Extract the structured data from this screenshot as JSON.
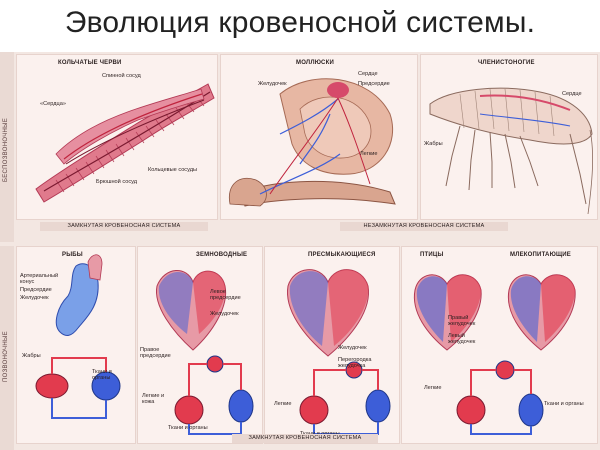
{
  "title": "Эволюция кровеносной системы.",
  "side_labels": {
    "invertebrates": "БЕСПОЗВОНОЧНЫЕ",
    "vertebrates": "ПОЗВОНОЧНЫЕ"
  },
  "worms": {
    "header": "КОЛЬЧАТЫЕ ЧЕРВИ",
    "labels": {
      "dorsal": "Спинной сосуд",
      "hearts": "«Сердца»",
      "ring": "Кольцевые сосуды",
      "ventral": "Брюшной сосуд"
    }
  },
  "molluscs": {
    "header": "МОЛЛЮСКИ",
    "labels": {
      "stomach": "Желудочек",
      "heart": "Сердце",
      "atrium": "Предсердие",
      "lungs": "Легкие"
    }
  },
  "arthropods": {
    "header": "ЧЛЕНИСТОНОГИЕ",
    "labels": {
      "heart": "Сердце",
      "gills": "Жабры"
    }
  },
  "banners": {
    "closed_top": "ЗАМКНУТАЯ КРОВЕНОСНАЯ СИСТЕМА",
    "open_top": "НЕЗАМКНУТАЯ КРОВЕНОСНАЯ СИСТЕМА",
    "closed_bottom": "ЗАМКНУТАЯ КРОВЕНОСНАЯ СИСТЕМА"
  },
  "fish": {
    "header": "РЫБЫ",
    "labels": {
      "cone": "Артериальный конус",
      "atrium": "Предсердие",
      "ventricle": "Желудочек",
      "gills": "Жабры",
      "tissues": "Ткани и органы"
    }
  },
  "amphibians": {
    "header": "ЗЕМНОВОДНЫЕ",
    "labels": {
      "left_atrium": "Левое предсердие",
      "ventricle": "Желудочек",
      "right_atrium": "Правое предсердие",
      "lungs": "Легкие и кожа",
      "tissues": "Ткани и органы"
    }
  },
  "reptiles": {
    "header": "ПРЕСМЫКАЮЩИЕСЯ",
    "labels": {
      "ventricle": "Желудочек",
      "septum": "Перегородка желудочка",
      "lungs": "Легкие",
      "tissues": "Ткани и органы"
    }
  },
  "birds": {
    "header": "ПТИЦЫ",
    "labels": {
      "right_v": "Правый желудочек",
      "left_v": "Левый желудочек",
      "lungs": "Легкие"
    }
  },
  "mammals": {
    "header": "МЛЕКОПИТАЮЩИЕ",
    "labels": {
      "tissues": "Ткани и органы"
    }
  },
  "colors": {
    "arterial": "#e23b4e",
    "venous": "#3d5ed8",
    "flesh": "#e79aa6",
    "worm": "#d8566d",
    "bg": "#f3e7e2"
  }
}
